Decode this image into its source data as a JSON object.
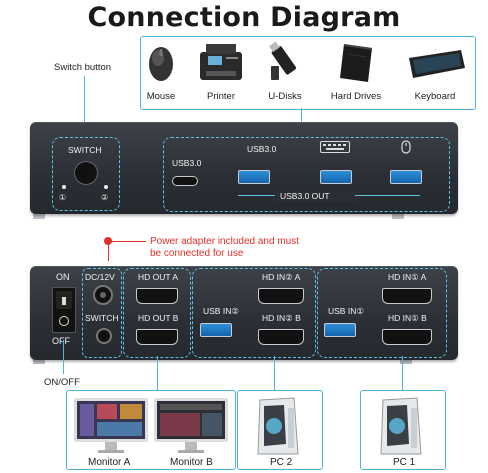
{
  "title": "Connection Diagram",
  "devices": [
    {
      "label": "Mouse",
      "icon": "mouse-icon"
    },
    {
      "label": "Printer",
      "icon": "printer-icon"
    },
    {
      "label": "U-Disks",
      "icon": "usb-drive-icon"
    },
    {
      "label": "Hard Drives",
      "icon": "hard-drive-icon"
    },
    {
      "label": "Keyboard",
      "icon": "keyboard-icon"
    }
  ],
  "front": {
    "switch_button_label": "Switch button",
    "switch_label": "SWITCH",
    "led1": "①",
    "led2": "②",
    "usb30_left": "USB3.0",
    "usb30_top": "USB3.0",
    "usb_out": "USB3.0 OUT"
  },
  "back": {
    "power_note": "Power adapter included and must be connected for use",
    "on": "ON",
    "off": "OFF",
    "dc": "DC/12V",
    "switch": "SWITCH",
    "hd_out_a": "HD OUT A",
    "hd_out_b": "HD OUT B",
    "usb_in2": "USB IN②",
    "hd_in2_a": "HD IN② A",
    "hd_in2_b": "HD IN② B",
    "usb_in1": "USB IN①",
    "hd_in1_a": "HD IN① A",
    "hd_in1_b": "HD IN① B",
    "on_off": "ON/OFF"
  },
  "outputs": [
    {
      "label": "Monitor A"
    },
    {
      "label": "Monitor B"
    },
    {
      "label": "PC 2"
    },
    {
      "label": "PC 1"
    }
  ],
  "colors": {
    "accent": "#4fb3d9",
    "warning": "#e0302a",
    "usb_blue": "#1e78c8"
  }
}
